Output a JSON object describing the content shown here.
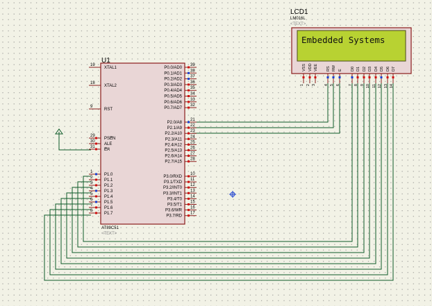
{
  "mcu": {
    "ref": "U1",
    "part": "AT89C51",
    "text_placeholder": "<TEXT>",
    "left_pins": [
      {
        "num": "19",
        "name": "XTAL1"
      },
      {
        "num": "18",
        "name": "XTAL2"
      },
      {
        "num": "9",
        "name": "RST"
      },
      {
        "num": "29",
        "name": "PSEN"
      },
      {
        "num": "30",
        "name": "ALE"
      },
      {
        "num": "31",
        "name": "EA"
      },
      {
        "num": "1",
        "name": "P1.0"
      },
      {
        "num": "2",
        "name": "P1.1"
      },
      {
        "num": "3",
        "name": "P1.2"
      },
      {
        "num": "4",
        "name": "P1.3"
      },
      {
        "num": "5",
        "name": "P1.4"
      },
      {
        "num": "6",
        "name": "P1.5"
      },
      {
        "num": "7",
        "name": "P1.6"
      },
      {
        "num": "8",
        "name": "P1.7"
      }
    ],
    "right_pins": [
      {
        "num": "39",
        "name": "P0.0/AD0"
      },
      {
        "num": "38",
        "name": "P0.1/AD1"
      },
      {
        "num": "37",
        "name": "P0.2/AD2"
      },
      {
        "num": "36",
        "name": "P0.3/AD3"
      },
      {
        "num": "35",
        "name": "P0.4/AD4"
      },
      {
        "num": "34",
        "name": "P0.5/AD5"
      },
      {
        "num": "33",
        "name": "P0.6/AD6"
      },
      {
        "num": "32",
        "name": "P0.7/AD7"
      },
      {
        "num": "21",
        "name": "P2.0/A8"
      },
      {
        "num": "22",
        "name": "P2.1/A9"
      },
      {
        "num": "23",
        "name": "P2.2/A10"
      },
      {
        "num": "24",
        "name": "P2.3/A11"
      },
      {
        "num": "25",
        "name": "P2.4/A12"
      },
      {
        "num": "26",
        "name": "P2.5/A13"
      },
      {
        "num": "27",
        "name": "P2.6/A14"
      },
      {
        "num": "28",
        "name": "P2.7/A15"
      },
      {
        "num": "10",
        "name": "P3.0/RXD"
      },
      {
        "num": "11",
        "name": "P3.1/TXD"
      },
      {
        "num": "12",
        "name": "P3.2/INT0"
      },
      {
        "num": "13",
        "name": "P3.3/INT1"
      },
      {
        "num": "14",
        "name": "P3.4/T0"
      },
      {
        "num": "15",
        "name": "P3.5/T1"
      },
      {
        "num": "16",
        "name": "P3.6/WR"
      },
      {
        "num": "17",
        "name": "P3.7/RD"
      }
    ]
  },
  "lcd": {
    "ref": "LCD1",
    "part": "LM016L",
    "text_placeholder": "<TEXT>",
    "display_text": "Embedded Systems",
    "pins": [
      {
        "num": "1",
        "name": "VSS"
      },
      {
        "num": "2",
        "name": "VDD"
      },
      {
        "num": "3",
        "name": "VEE"
      },
      {
        "num": "4",
        "name": "RS"
      },
      {
        "num": "5",
        "name": "RW"
      },
      {
        "num": "6",
        "name": "E"
      },
      {
        "num": "7",
        "name": "D0"
      },
      {
        "num": "8",
        "name": "D1"
      },
      {
        "num": "9",
        "name": "D2"
      },
      {
        "num": "10",
        "name": "D3"
      },
      {
        "num": "11",
        "name": "D4"
      },
      {
        "num": "12",
        "name": "D5"
      },
      {
        "num": "13",
        "name": "D6"
      },
      {
        "num": "14",
        "name": "D7"
      }
    ]
  },
  "colors": {
    "background": "#f2f2e6",
    "grid_dot": "#7a7a7a",
    "component_body": "#e9d6d6",
    "component_border": "#8b1c1c",
    "pin_stub": "#8b1c1c",
    "wire": "#0d5a28",
    "lcd_screen": "#b8d232",
    "pin_marker_red": "#d01010",
    "pin_marker_blue": "#1a3fd0",
    "cursor": "#1a3fd0"
  }
}
